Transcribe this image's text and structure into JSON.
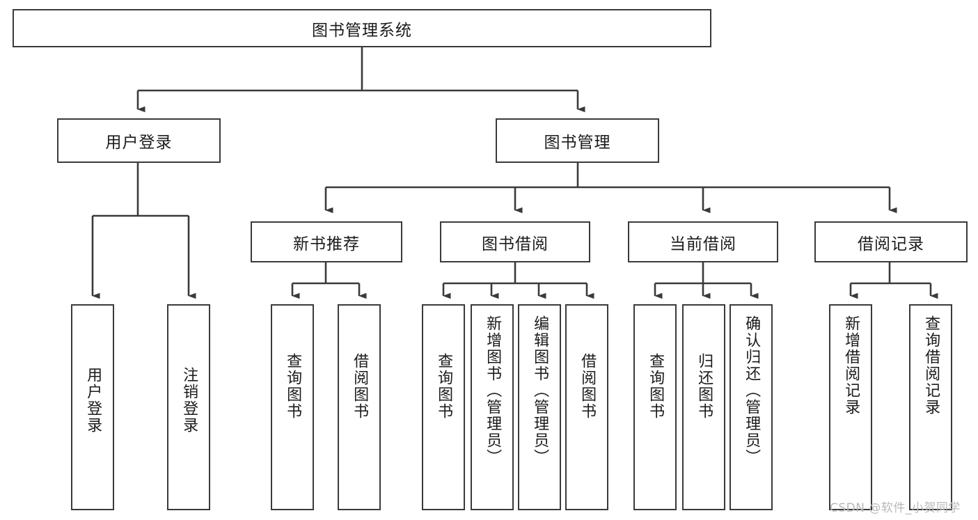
{
  "diagram": {
    "title": "图书管理系统",
    "type": "hierarchy-tree",
    "colors": {
      "box_border": "#3a3a3a",
      "connector": "#3a3a3a",
      "background": "#ffffff",
      "text": "#1b1b1b",
      "watermark": "#b9b9b9"
    },
    "levels": {
      "root": {
        "label": "图书管理系统"
      },
      "level2": [
        {
          "id": "user-login",
          "label": "用户登录"
        },
        {
          "id": "book-management",
          "label": "图书管理"
        }
      ],
      "level3": [
        {
          "id": "new-book-recommend",
          "label": "新书推荐",
          "parent": "book-management"
        },
        {
          "id": "book-borrow",
          "label": "图书借阅",
          "parent": "book-management"
        },
        {
          "id": "current-borrow",
          "label": "当前借阅",
          "parent": "book-management"
        },
        {
          "id": "borrow-record",
          "label": "借阅记录",
          "parent": "book-management"
        }
      ],
      "leaves": [
        {
          "id": "leaf-user-login",
          "label": "用户登录",
          "parent": "user-login"
        },
        {
          "id": "leaf-logout-login",
          "label": "注销登录",
          "parent": "user-login"
        },
        {
          "id": "leaf-query-book-1",
          "label": "查询图书",
          "parent": "new-book-recommend"
        },
        {
          "id": "leaf-borrow-book-1",
          "label": "借阅图书",
          "parent": "new-book-recommend"
        },
        {
          "id": "leaf-query-book-2",
          "label": "查询图书",
          "parent": "book-borrow"
        },
        {
          "id": "leaf-add-book",
          "label": "新增图书（管理员）",
          "parent": "book-borrow"
        },
        {
          "id": "leaf-edit-book",
          "label": "编辑图书（管理员）",
          "parent": "book-borrow"
        },
        {
          "id": "leaf-borrow-book-2",
          "label": "借阅图书",
          "parent": "book-borrow"
        },
        {
          "id": "leaf-query-book-3",
          "label": "查询图书",
          "parent": "current-borrow"
        },
        {
          "id": "leaf-return-book",
          "label": "归还图书",
          "parent": "current-borrow"
        },
        {
          "id": "leaf-confirm-return",
          "label": "确认归还（管理员）",
          "parent": "current-borrow"
        },
        {
          "id": "leaf-add-record",
          "label": "新增借阅记录",
          "parent": "borrow-record"
        },
        {
          "id": "leaf-query-record",
          "label": "查询借阅记录",
          "parent": "borrow-record"
        }
      ]
    },
    "watermark": "CSDN @软件_小贺同学"
  }
}
